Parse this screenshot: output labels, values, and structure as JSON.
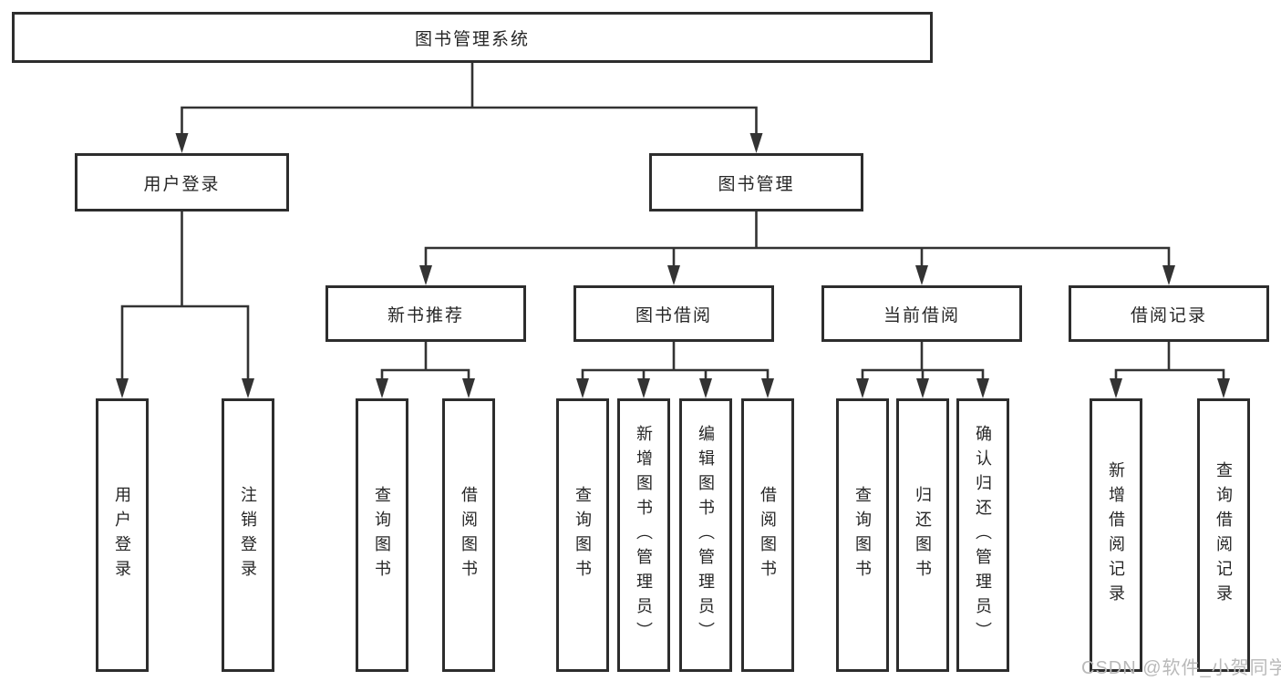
{
  "diagram": {
    "root": {
      "label": "图书管理系统"
    },
    "level2": [
      {
        "label": "用户登录"
      },
      {
        "label": "图书管理"
      }
    ],
    "level3": [
      {
        "label": "新书推荐"
      },
      {
        "label": "图书借阅"
      },
      {
        "label": "当前借阅"
      },
      {
        "label": "借阅记录"
      }
    ],
    "leaves": [
      {
        "label": "用户登录"
      },
      {
        "label": "注销登录"
      },
      {
        "label": "查询图书"
      },
      {
        "label": "借阅图书"
      },
      {
        "label": "查询图书"
      },
      {
        "label": "新增图书（管理员）"
      },
      {
        "label": "编辑图书（管理员）"
      },
      {
        "label": "借阅图书"
      },
      {
        "label": "查询图书"
      },
      {
        "label": "归还图书"
      },
      {
        "label": "确认归还（管理员）"
      },
      {
        "label": "新增借阅记录"
      },
      {
        "label": "查询借阅记录"
      }
    ]
  },
  "colors": {
    "line": "#333333",
    "box_border": "#2d2d2d",
    "text": "#262626",
    "background": "#ffffff",
    "watermark": "#b9b9b9"
  },
  "watermark": {
    "text": "CSDN @软件_小贺同学"
  }
}
